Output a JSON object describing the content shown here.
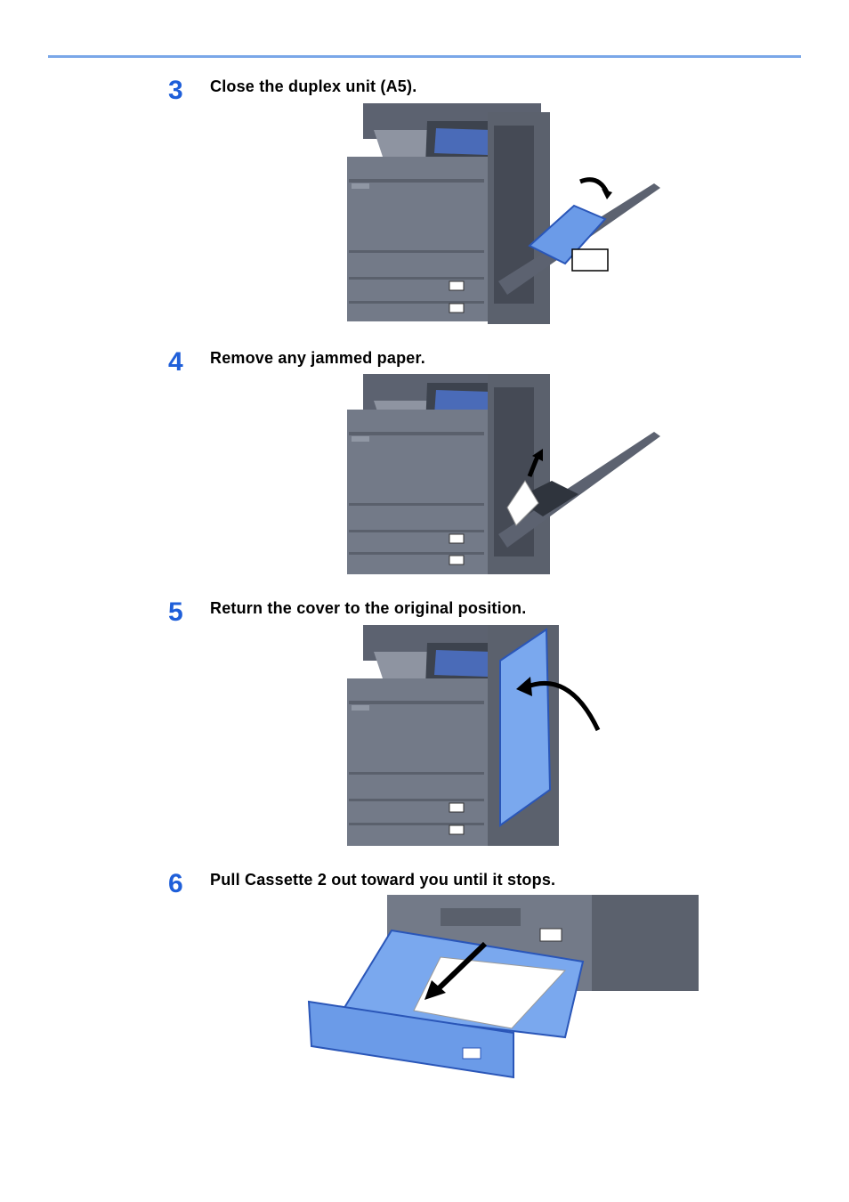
{
  "steps": [
    {
      "number": "3",
      "text": "Close the duplex unit (A5)."
    },
    {
      "number": "4",
      "text": "Remove any jammed paper."
    },
    {
      "number": "5",
      "text": "Return the cover to the original position."
    },
    {
      "number": "6",
      "text": "Pull Cassette 2 out toward you until it stops."
    }
  ],
  "colors": {
    "rule": "#7aa7e8",
    "step_number": "#1f5fd9",
    "highlight_blue": "#6b9be8",
    "machine_gray": "#6f7686"
  },
  "icons": [
    "printer-illustration",
    "curved-arrow-icon",
    "straight-arrow-icon",
    "cassette-illustration"
  ]
}
